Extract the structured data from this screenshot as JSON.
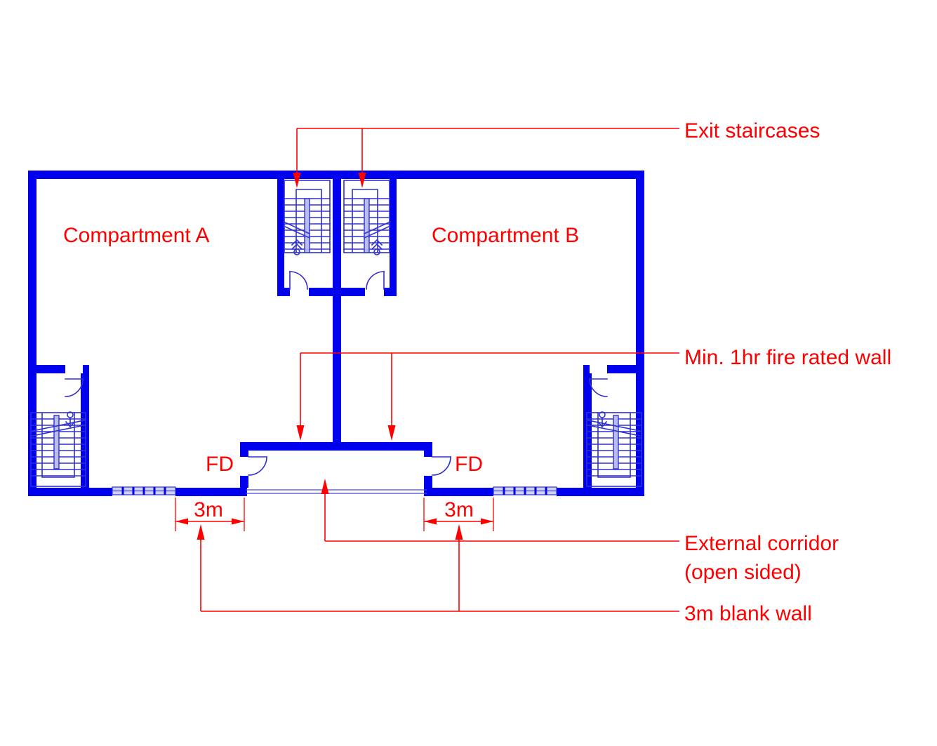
{
  "plan": {
    "compartment_a": "Compartment A",
    "compartment_b": "Compartment B"
  },
  "annotations": {
    "exit_staircases": "Exit staircases",
    "fire_rated_wall": "Min. 1hr fire rated wall",
    "external_corridor_line1": "External corridor",
    "external_corridor_line2": "(open sided)",
    "blank_wall": "3m blank wall",
    "fire_door_left": "FD",
    "fire_door_right": "FD",
    "dim_left": "3m",
    "dim_right": "3m"
  },
  "colors": {
    "wall_blue": "#0000ee",
    "detail_blue": "#3030cf",
    "annotation_red": "#ff0000",
    "background": "#ffffff"
  }
}
